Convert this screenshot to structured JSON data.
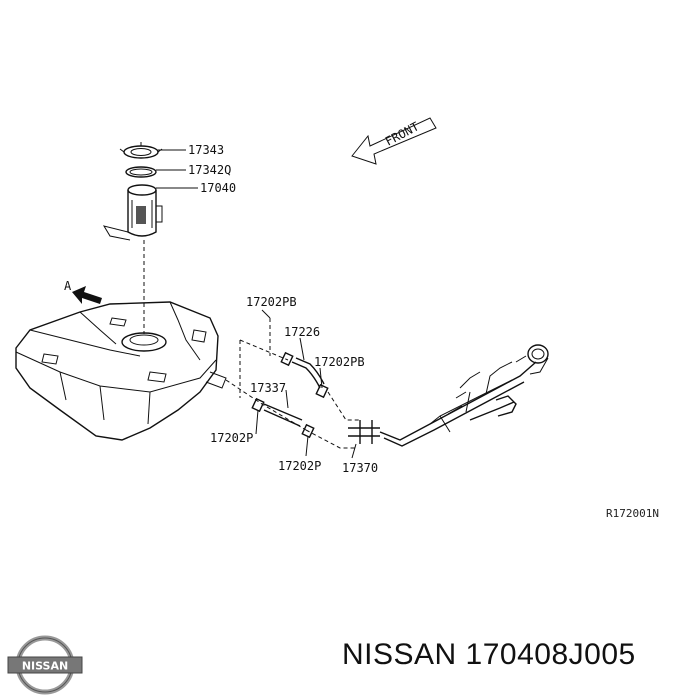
{
  "labels": {
    "p17343": "17343",
    "p17342q": "17342Q",
    "p17040": "17040",
    "p17202pb_top": "17202PB",
    "p17226": "17226",
    "p17202pb_mid": "17202PB",
    "p17337": "17337",
    "p17202p_left": "17202P",
    "p17202p_bottom": "17202P",
    "p17370": "17370",
    "front": "FRONT",
    "view_a": "A",
    "diagram_ref": "R172001N"
  },
  "footer": {
    "title": "NISSAN 170408J005",
    "logo_text": "NISSAN"
  }
}
